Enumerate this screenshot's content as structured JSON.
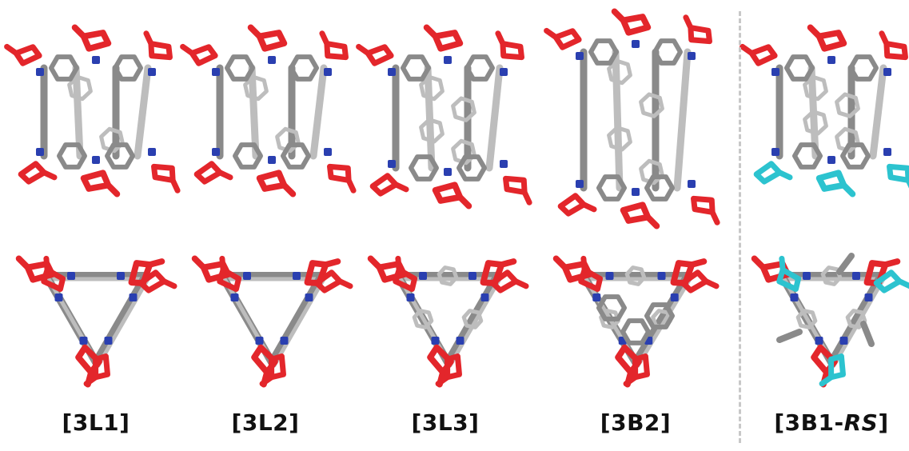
{
  "colors": {
    "carbon": "#8a8a8a",
    "carbon_dark": "#5e5e5e",
    "carbon_light": "#bdbdbd",
    "nitrogen": "#2a3fb0",
    "oxygen_red": "#e3262b",
    "oxygen_red_dark": "#b51a1f",
    "cyan": "#2cc3cf",
    "divider": "#c8c8c8"
  },
  "labels": {
    "s1": "[3L1]",
    "s2": "[3L2]",
    "s3": "[3L3]",
    "s4": "[3B2]",
    "s5_prefix": "[3B1-",
    "s5_italic": "RS",
    "s5_suffix": "]"
  },
  "icons": {
    "side_view": "molecular-cage-side-view",
    "top_view": "molecular-cage-top-view"
  }
}
